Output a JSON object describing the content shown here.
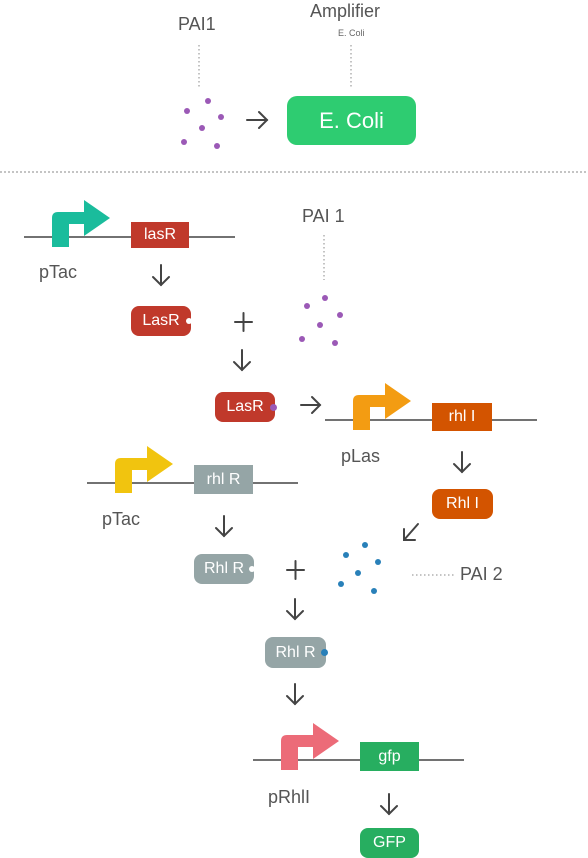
{
  "colors": {
    "green": "#2ecc71",
    "teal": "#1abc9c",
    "red": "#c0392b",
    "orange": "#f39c12",
    "dark_orange": "#d35400",
    "yellow": "#f1c40f",
    "gray": "#95a5a6",
    "pink": "#ec6b78",
    "gfp_green": "#27ae60",
    "purple_dot": "#9b59b6",
    "blue_dot": "#2980b9",
    "line": "#444444"
  },
  "top": {
    "pai1_label": "PAI1",
    "amplifier_label": "Amplifier",
    "amplifier_sub": "E. Coli",
    "ecoli_box": "E. Coli"
  },
  "circuit": {
    "ptac_1": "pTac",
    "lasr_gene": "lasR",
    "lasr_protein": "LasR",
    "pai1_label": "PAI 1",
    "lasr_complex": "LasR",
    "plas": "pLas",
    "rhli_gene": "rhl I",
    "rhli_protein": "Rhl I",
    "ptac_2": "pTac",
    "rhlr_gene": "rhl R",
    "rhlr_protein": "Rhl R",
    "pai2_label": "PAI 2",
    "rhlr_complex": "Rhl R",
    "prhli": "pRhlI",
    "gfp_gene": "gfp",
    "gfp_protein": "GFP",
    "plus": "+"
  }
}
